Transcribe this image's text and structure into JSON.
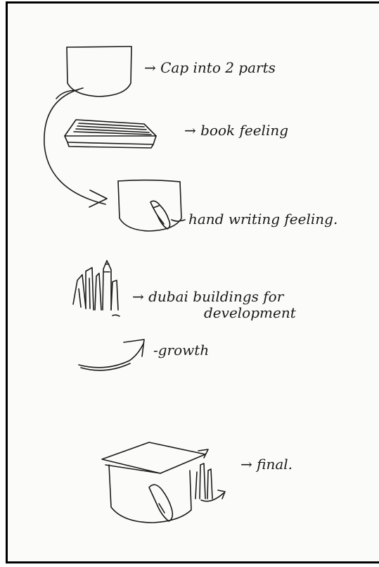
{
  "notes": {
    "cap": "→ Cap  into  2 parts",
    "book": "→ book feeling",
    "hand": "hand writing feeling.",
    "dubai_line1": "→ dubai buildings for",
    "dubai_line2": "development",
    "growth": "-growth",
    "final": "→ final."
  },
  "colors": {
    "ink": "#1a1a1a",
    "paper": "#fbfbf9",
    "border": "#000000"
  }
}
